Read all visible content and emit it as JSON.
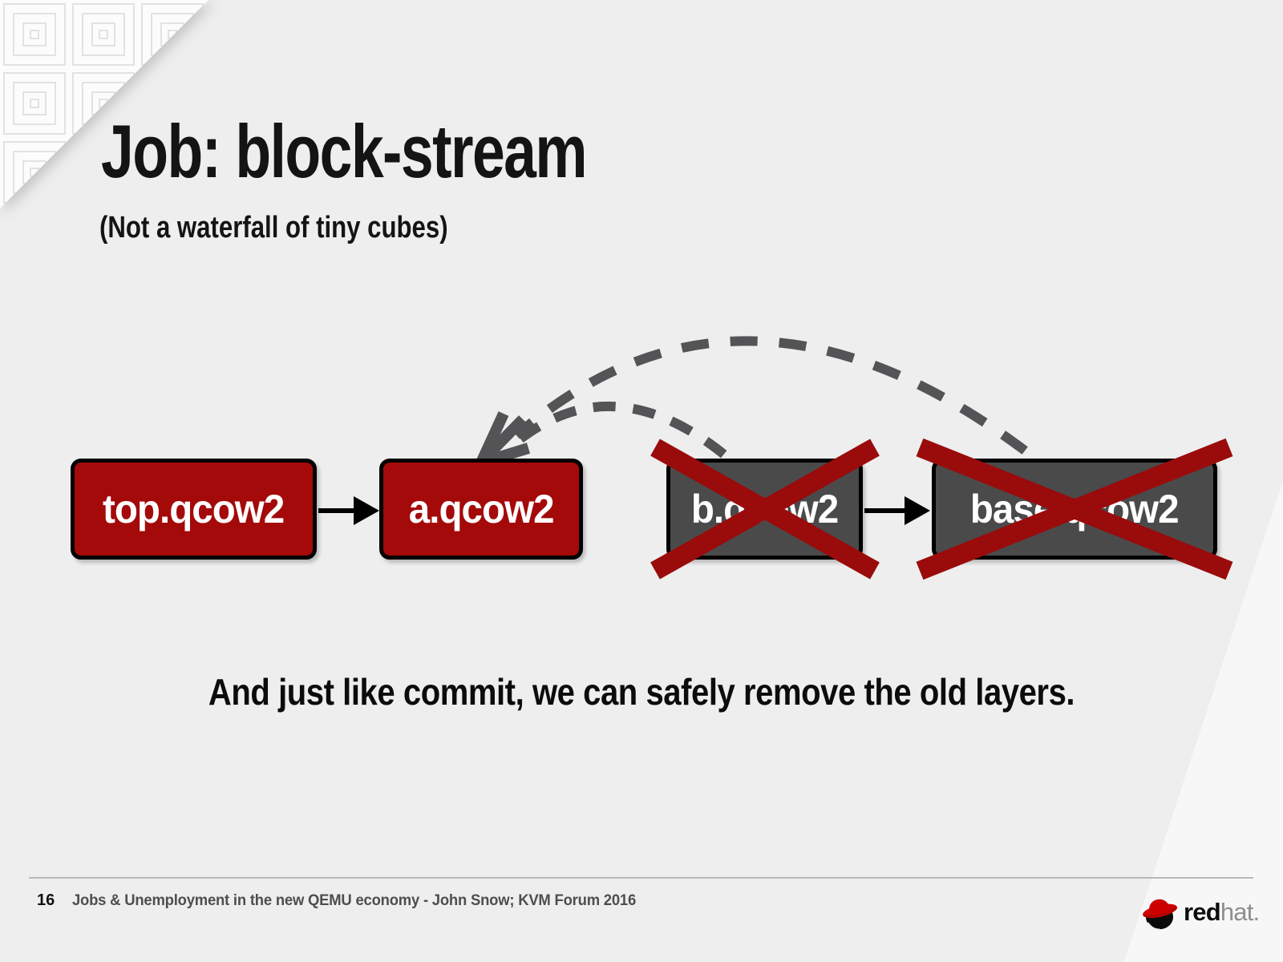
{
  "slide": {
    "title": "Job: block-stream",
    "subtitle": "(Not a waterfall of tiny cubes)",
    "caption": "And just like commit, we can safely remove the old layers."
  },
  "diagram": {
    "nodes": [
      {
        "label": "top.qcow2",
        "state": "kept",
        "color": "#a40a0a"
      },
      {
        "label": "a.qcow2",
        "state": "kept",
        "color": "#a40a0a"
      },
      {
        "label": "b.qcow2",
        "state": "removed",
        "color": "#4a4a4b"
      },
      {
        "label": "base.qcow2",
        "state": "removed",
        "color": "#4a4a4b"
      }
    ],
    "solid_edges": [
      "top.qcow2 -> a.qcow2",
      "b.qcow2 -> base.qcow2"
    ],
    "dashed_edges": [
      "b.qcow2 -> a.qcow2",
      "base.qcow2 -> a.qcow2"
    ]
  },
  "footer": {
    "page_number": "16",
    "text": "Jobs & Unemployment in the new QEMU economy - John Snow; KVM Forum 2016"
  },
  "logo": {
    "red": "red",
    "hat": "hat."
  },
  "icons": [
    "redhat-fedora-icon",
    "stream-arrowhead-icon"
  ],
  "colors": {
    "background": "#eeeeee",
    "node_red": "#a40a0a",
    "node_gray": "#4a4a4b",
    "cross_red": "#9a0b0b",
    "dash_gray": "#545456",
    "redhat_red": "#cc0000"
  }
}
